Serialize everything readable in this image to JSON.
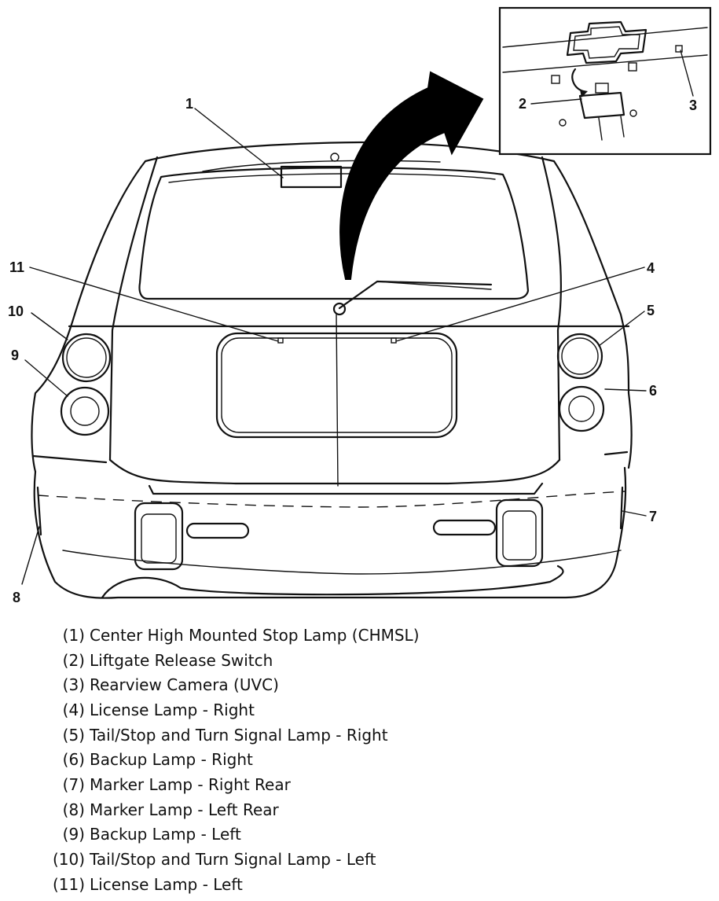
{
  "callouts": [
    "1",
    "2",
    "3",
    "4",
    "5",
    "6",
    "7",
    "8",
    "9",
    "10",
    "11"
  ],
  "legend": [
    {
      "num": "(1)",
      "text": "Center High Mounted Stop Lamp (CHMSL)"
    },
    {
      "num": "(2)",
      "text": "Liftgate Release Switch"
    },
    {
      "num": "(3)",
      "text": "Rearview Camera (UVC)"
    },
    {
      "num": "(4)",
      "text": "License Lamp - Right"
    },
    {
      "num": "(5)",
      "text": "Tail/Stop and Turn Signal Lamp - Right"
    },
    {
      "num": "(6)",
      "text": "Backup Lamp - Right"
    },
    {
      "num": "(7)",
      "text": "Marker Lamp - Right Rear"
    },
    {
      "num": "(8)",
      "text": "Marker Lamp - Left Rear"
    },
    {
      "num": "(9)",
      "text": "Backup Lamp - Left"
    },
    {
      "num": "(10)",
      "text": "Tail/Stop and Turn Signal Lamp - Left"
    },
    {
      "num": "(11)",
      "text": "License Lamp - Left"
    }
  ]
}
